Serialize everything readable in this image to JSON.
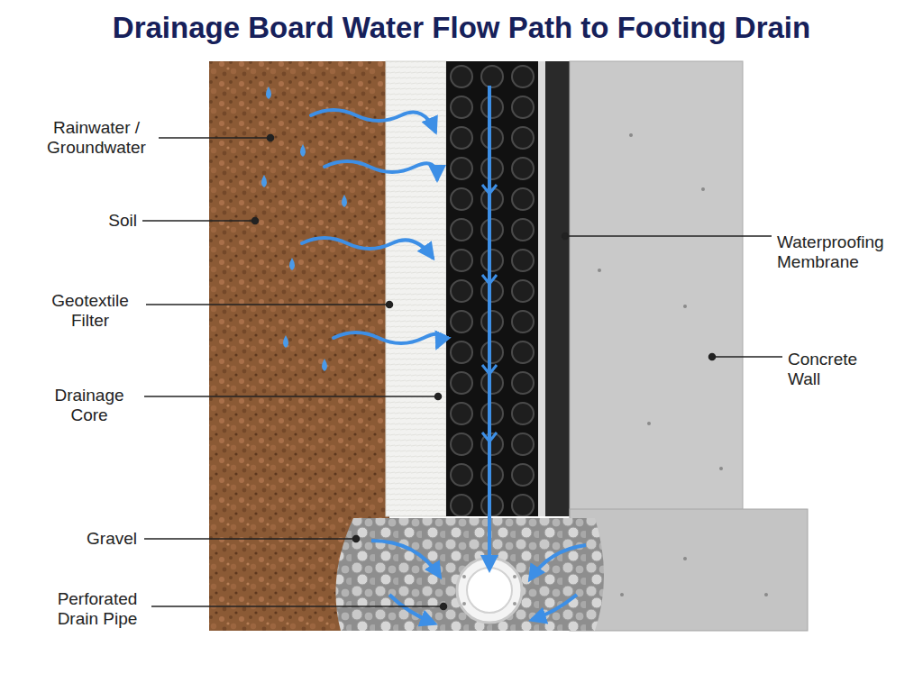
{
  "diagram": {
    "title": "Drainage Board Water Flow Path to Footing Drain",
    "labels": [
      "Rainwater / Groundwater",
      "Soil",
      "Geotextile Filter",
      "Drainage Core",
      "Gravel",
      "Perforated Drain Pipe",
      "Waterproofing Membrane",
      "Concrete Wall"
    ]
  }
}
